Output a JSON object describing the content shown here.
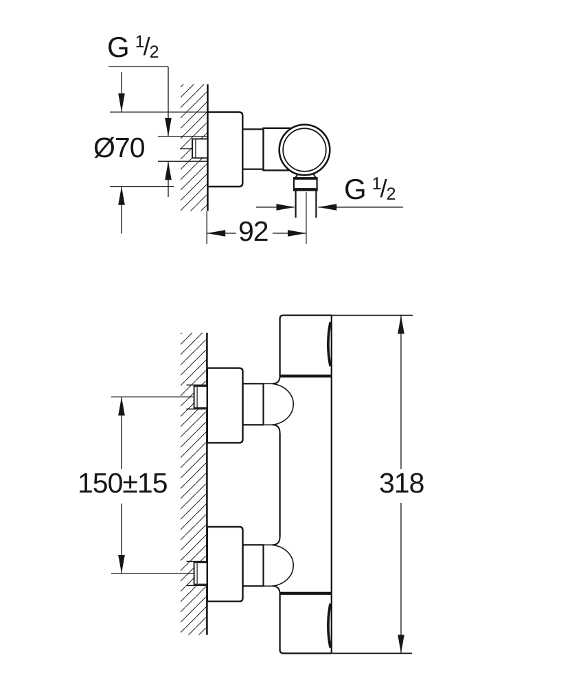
{
  "drawing": {
    "dimensions": {
      "g_half_top": {
        "g": "G",
        "numerator": "1",
        "slash": "/",
        "denominator": "2"
      },
      "escutcheon_diameter": "Ø70",
      "wall_to_outlet_center": "92",
      "g_half_outlet": {
        "g": "G",
        "numerator": "1",
        "slash": "/",
        "denominator": "2"
      },
      "inlet_center_distance": "150±15",
      "overall_height": "318"
    },
    "line_color": "#161616",
    "background_color": "#ffffff"
  }
}
